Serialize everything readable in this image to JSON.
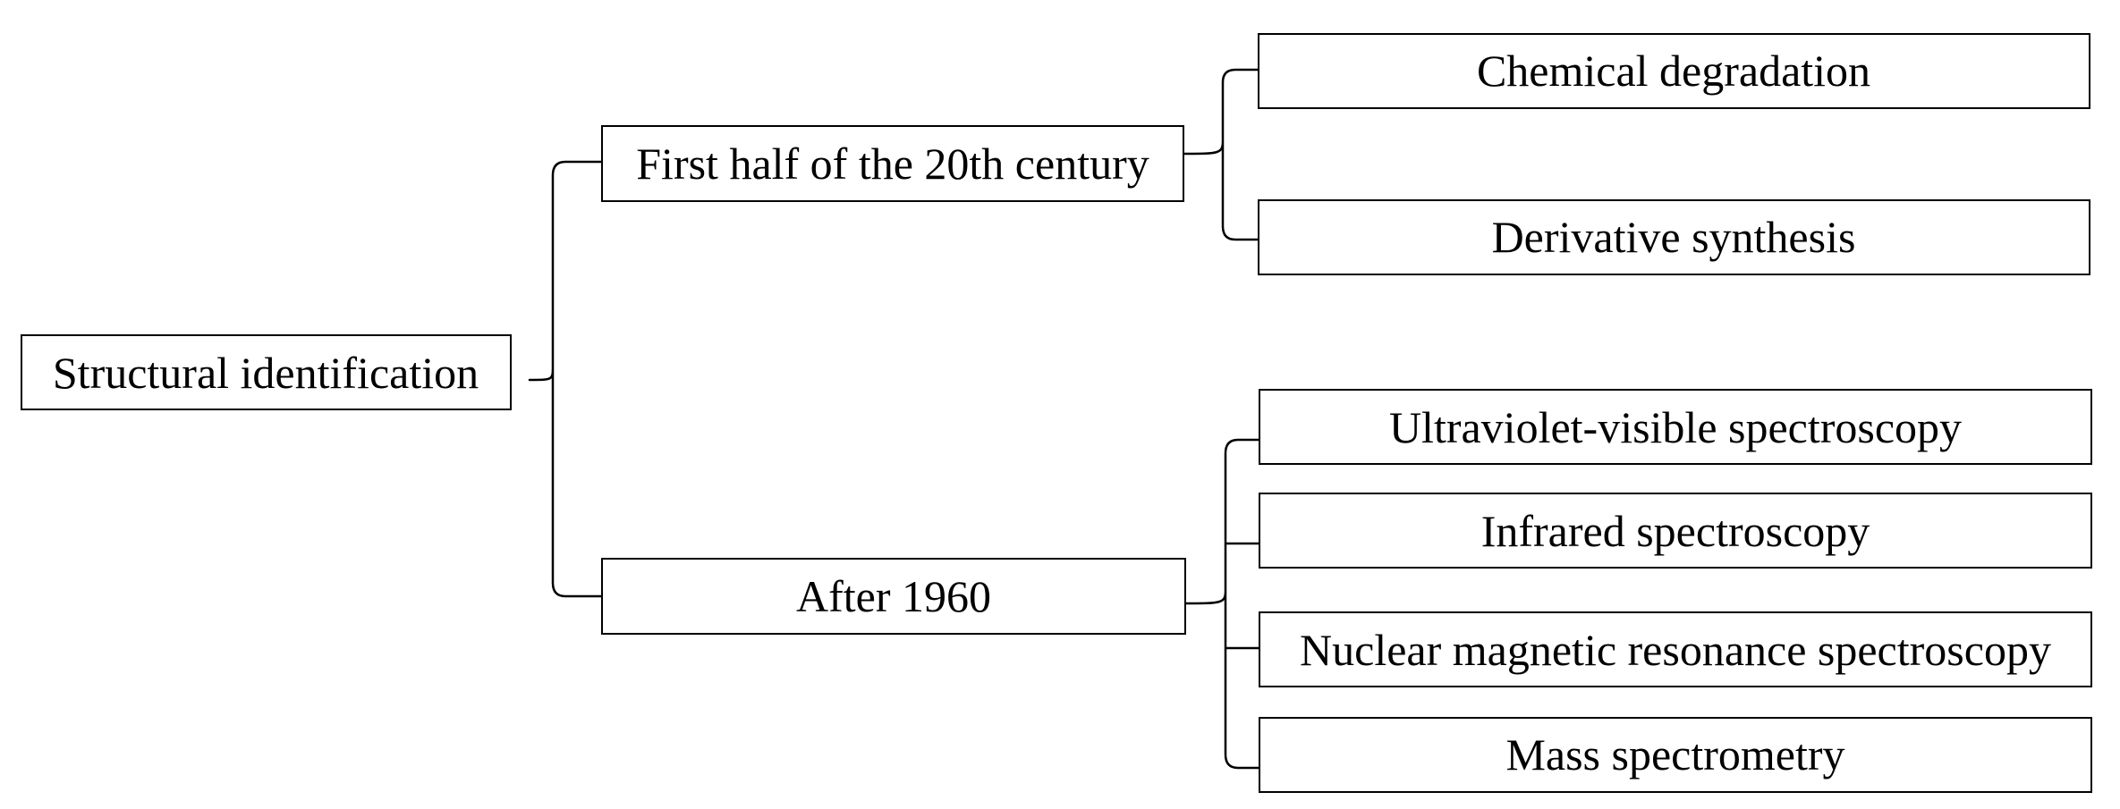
{
  "diagram": {
    "type": "tree",
    "root": "Structural identification",
    "periods": [
      {
        "label": "First half of the 20th century",
        "methods": [
          "Chemical degradation",
          "Derivative synthesis"
        ]
      },
      {
        "label": "After 1960",
        "methods": [
          "Ultraviolet-visible spectroscopy",
          "Infrared spectroscopy",
          "Nuclear magnetic resonance spectroscopy",
          "Mass spectrometry"
        ]
      }
    ]
  }
}
